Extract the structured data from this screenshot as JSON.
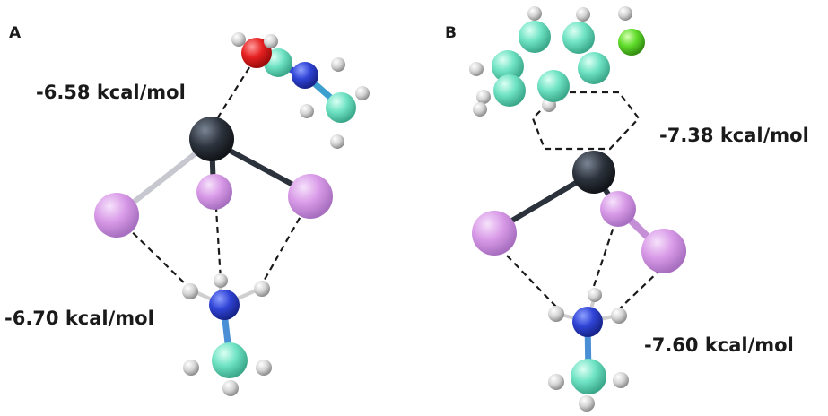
{
  "panels": {
    "a": {
      "label": "A"
    },
    "b": {
      "label": "B"
    }
  },
  "energies": {
    "a_top": "-6.58 kcal/mol",
    "a_bottom": "-6.70 kcal/mol",
    "b_top": "-7.38 kcal/mol",
    "b_bottom": "-7.60 kcal/mol"
  },
  "colors": {
    "central_atom": "#2c323c",
    "halide": "#d99be8",
    "carbon": "#6fe3c4",
    "nitrogen": "#3044d6",
    "hydrogen": "#d9d9d9",
    "oxygen": "#e62020",
    "chlorine": "#5fdc2a"
  }
}
